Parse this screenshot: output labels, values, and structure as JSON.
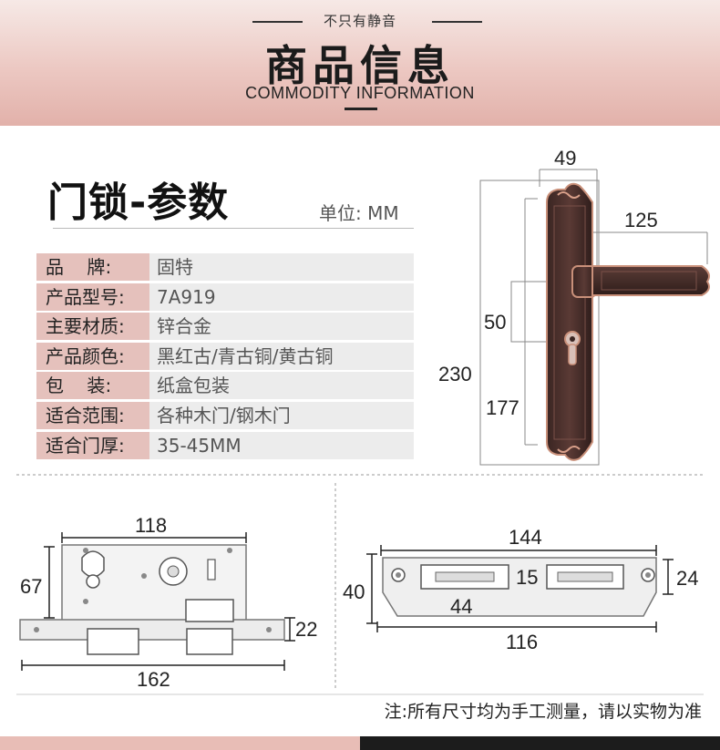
{
  "header": {
    "tagline": "不只有静音",
    "title": "商品信息",
    "subtitle": "COMMODITY INFORMATION"
  },
  "section": {
    "title": "门锁-参数",
    "unit": "单位: MM"
  },
  "specs": [
    {
      "label": "品    牌",
      "value": "固特"
    },
    {
      "label": "产品型号",
      "value": "7A919"
    },
    {
      "label": "主要材质",
      "value": "锌合金"
    },
    {
      "label": "产品颜色",
      "value": "黑红古/青古铜/黄古铜"
    },
    {
      "label": "包    装",
      "value": "纸盒包装"
    },
    {
      "label": "适合范围",
      "value": "各种木门/钢木门"
    },
    {
      "label": "适合门厚",
      "value": "35-45MM"
    }
  ],
  "handle_dims": {
    "width": "49",
    "lever": "125",
    "cylinder": "50",
    "height": "230",
    "spacing": "177"
  },
  "lockbody_dims": {
    "width": "118",
    "top": "67",
    "bolt": "22",
    "length": "162"
  },
  "strike_dims": {
    "width": "144",
    "height": "40",
    "slot": "15",
    "right_height": "24",
    "gap": "44",
    "bottom": "116"
  },
  "note": "注:所有尺寸均为手工测量，请以实物为准",
  "colors": {
    "header_band": "#e8bdb6",
    "label_bg": "#e5c1bc",
    "value_bg": "#ececec",
    "handle_bronze": "#4a2e2a",
    "handle_copper": "#c9907a"
  }
}
